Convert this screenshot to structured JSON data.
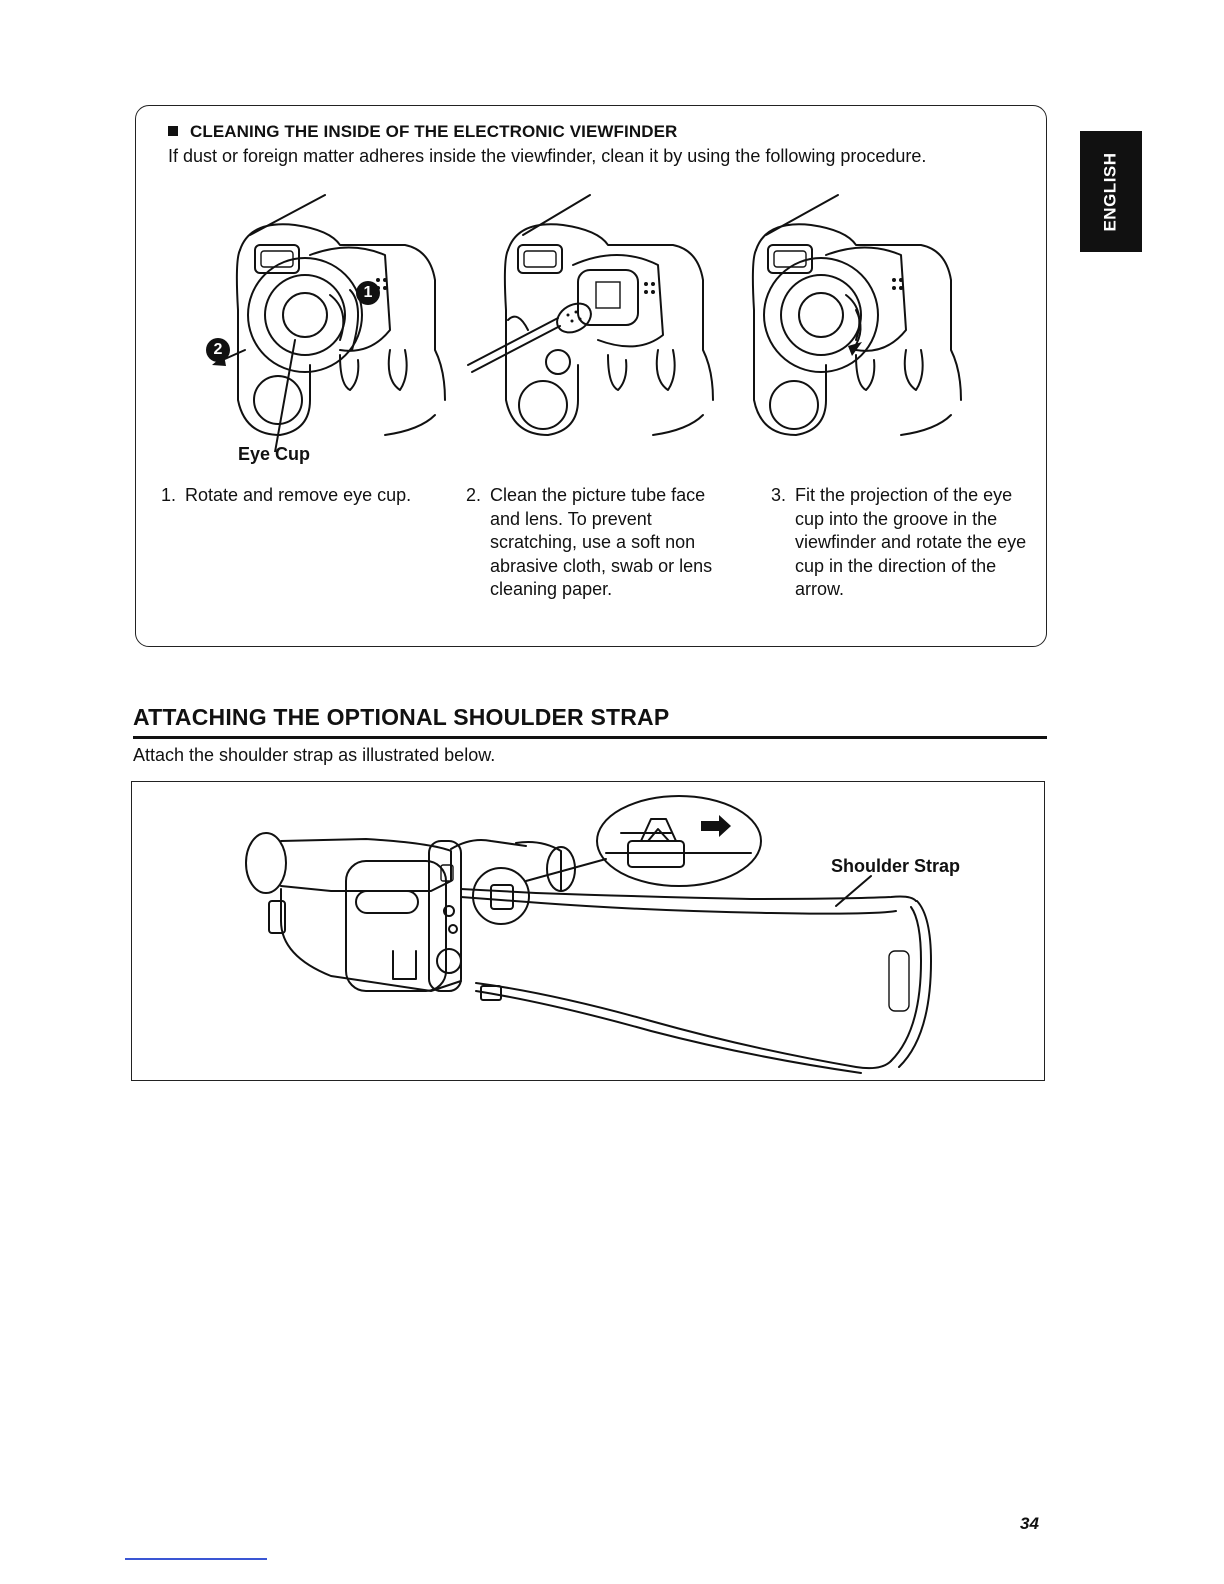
{
  "cleaning": {
    "title": "CLEANING THE INSIDE OF THE ELECTRONIC VIEWFINDER",
    "intro": "If dust or foreign matter adheres inside the viewfinder, clean it by using the following procedure.",
    "eye_cup_label": "Eye Cup",
    "badge_1": "1",
    "badge_2": "2",
    "steps": [
      {
        "num": "1.",
        "text": "Rotate and remove eye cup."
      },
      {
        "num": "2.",
        "text": "Clean the picture tube face and lens. To prevent scratching, use a soft non abrasive cloth, swab or lens cleaning paper."
      },
      {
        "num": "3.",
        "text": "Fit the projection of the eye cup into the groove in the viewfinder and rotate the eye cup in the direction of the arrow."
      }
    ]
  },
  "language_tab": "ENGLISH",
  "strap": {
    "heading": "ATTACHING THE OPTIONAL SHOULDER STRAP",
    "intro": "Attach the shoulder strap as illustrated below.",
    "label": "Shoulder Strap"
  },
  "page_number": "34"
}
